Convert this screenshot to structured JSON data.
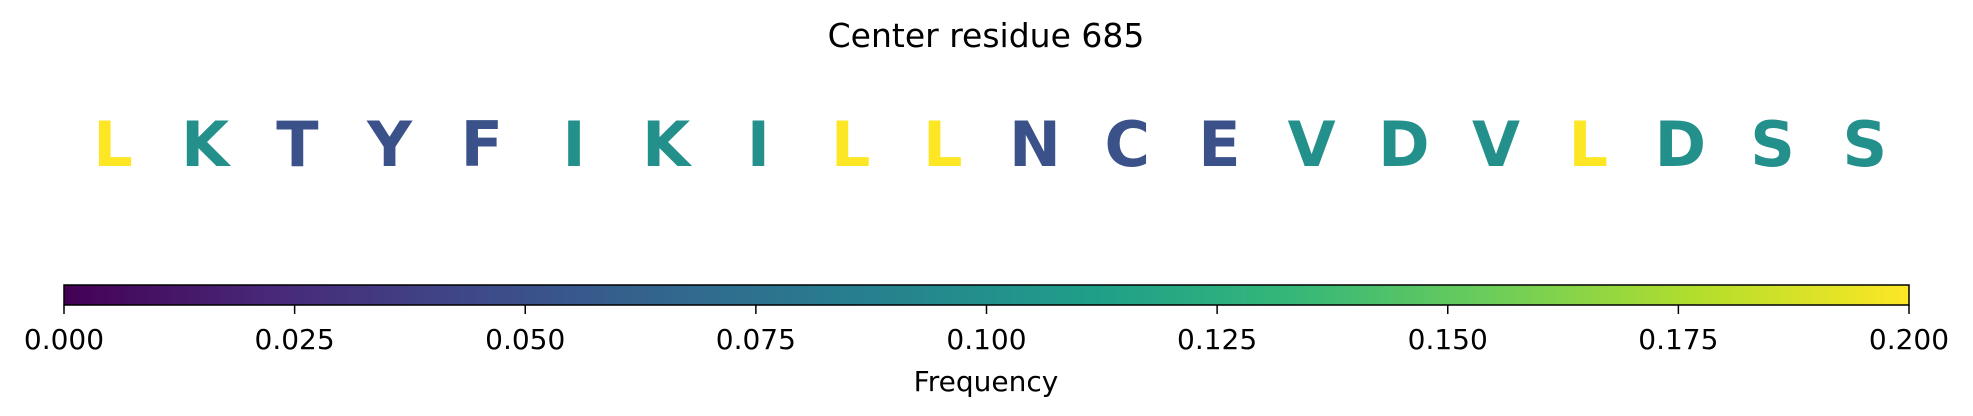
{
  "chart_data": {
    "type": "heatmap",
    "title": "Center residue 685",
    "residues": [
      {
        "letter": "L",
        "frequency": 0.2
      },
      {
        "letter": "K",
        "frequency": 0.1
      },
      {
        "letter": "T",
        "frequency": 0.05
      },
      {
        "letter": "Y",
        "frequency": 0.05
      },
      {
        "letter": "F",
        "frequency": 0.05
      },
      {
        "letter": "I",
        "frequency": 0.1
      },
      {
        "letter": "K",
        "frequency": 0.1
      },
      {
        "letter": "I",
        "frequency": 0.1
      },
      {
        "letter": "L",
        "frequency": 0.2
      },
      {
        "letter": "L",
        "frequency": 0.2
      },
      {
        "letter": "N",
        "frequency": 0.05
      },
      {
        "letter": "C",
        "frequency": 0.05
      },
      {
        "letter": "E",
        "frequency": 0.05
      },
      {
        "letter": "V",
        "frequency": 0.1
      },
      {
        "letter": "D",
        "frequency": 0.1
      },
      {
        "letter": "V",
        "frequency": 0.1
      },
      {
        "letter": "L",
        "frequency": 0.2
      },
      {
        "letter": "D",
        "frequency": 0.1
      },
      {
        "letter": "S",
        "frequency": 0.1
      },
      {
        "letter": "S",
        "frequency": 0.1
      }
    ],
    "colorbar": {
      "label": "Frequency",
      "colormap": "viridis",
      "range": [
        0,
        0.2
      ],
      "ticks": [
        "0.000",
        "0.025",
        "0.050",
        "0.075",
        "0.100",
        "0.125",
        "0.150",
        "0.175",
        "0.200"
      ],
      "stops": [
        "#440154",
        "#482878",
        "#3e4989",
        "#31688e",
        "#26828e",
        "#1f9e89",
        "#35b779",
        "#6ece58",
        "#b5de2b",
        "#fde725"
      ]
    }
  }
}
